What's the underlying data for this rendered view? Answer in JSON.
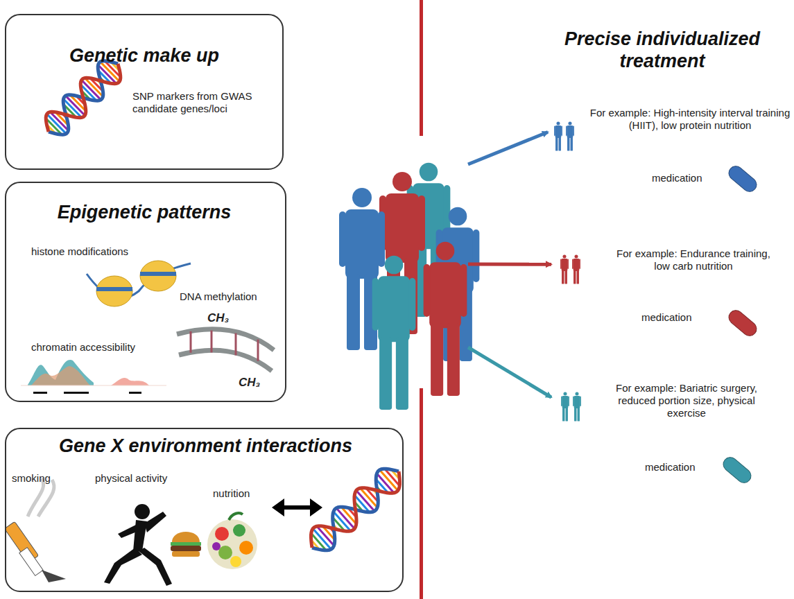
{
  "diagram": {
    "title": "Precise individualized treatment",
    "nodes": [
      {
        "text": [
          "Genetic make up",
          "SNP markers from GWAS candidate genes/loci"
        ]
      },
      {
        "text": [
          "Epigenetic patterns",
          "histone modifications",
          "DNA methylation",
          "chromatin accessibility",
          "CH₃",
          "CH₃"
        ]
      },
      {
        "text": [
          "Gene X environment interactions",
          "smoking",
          "physical activity",
          "nutrition"
        ]
      },
      {
        "text": []
      },
      {
        "text": [
          "For example: High-intensity interval training (HIIT), low protein nutrition",
          "medication"
        ]
      },
      {
        "text": [
          "For example: Endurance training, low carb nutrition",
          "medication"
        ]
      },
      {
        "text": [
          "For example: Bariatric surgery, reduced portion size, physical exercise",
          "medication"
        ]
      }
    ],
    "edges": [
      {
        "from": 3,
        "to": 4,
        "arrow": "to"
      },
      {
        "from": 3,
        "to": 5,
        "arrow": "to"
      },
      {
        "from": 3,
        "to": 6,
        "arrow": "to"
      }
    ]
  }
}
